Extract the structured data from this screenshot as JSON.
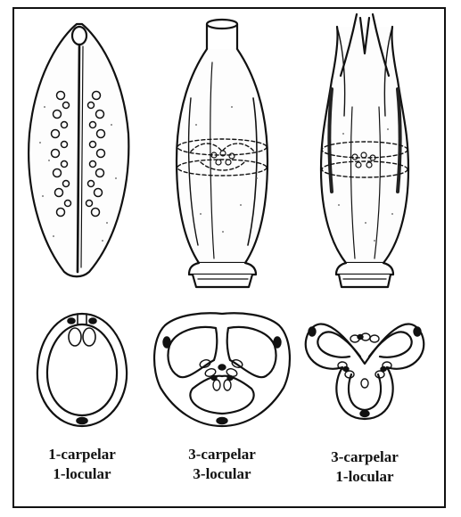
{
  "figure": {
    "captions": [
      {
        "line1": "1-carpelar",
        "line2": "1-locular"
      },
      {
        "line1": "3-carpelar",
        "line2": "3-locular"
      },
      {
        "line1": "3-carpelar",
        "line2": "1-locular"
      }
    ]
  }
}
